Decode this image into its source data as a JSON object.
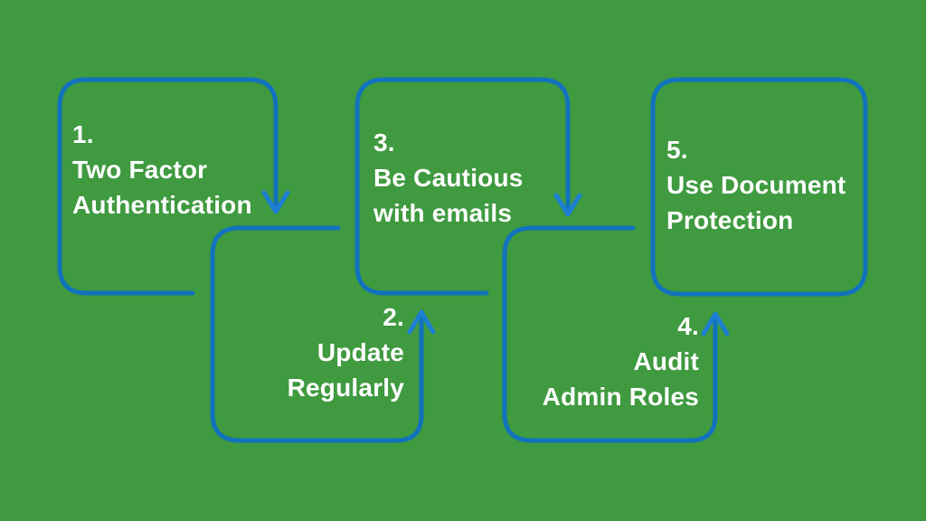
{
  "theme": {
    "background_color": "#3f9a40",
    "box_line_color": "#1173bd",
    "arrow_color": "#1d7fd2",
    "text_color": "#ffffff"
  },
  "diagram": {
    "description": "Five-step security tips flow with hand-drawn boxes and arrows",
    "steps": [
      {
        "number": "1.",
        "lines": [
          "Two Factor",
          "Authentication"
        ]
      },
      {
        "number": "2.",
        "lines": [
          "Update",
          "Regularly"
        ]
      },
      {
        "number": "3.",
        "lines": [
          "Be Cautious",
          "with emails"
        ]
      },
      {
        "number": "4.",
        "lines": [
          "Audit",
          "Admin Roles"
        ]
      },
      {
        "number": "5.",
        "lines": [
          "Use Document",
          "Protection"
        ]
      }
    ]
  }
}
